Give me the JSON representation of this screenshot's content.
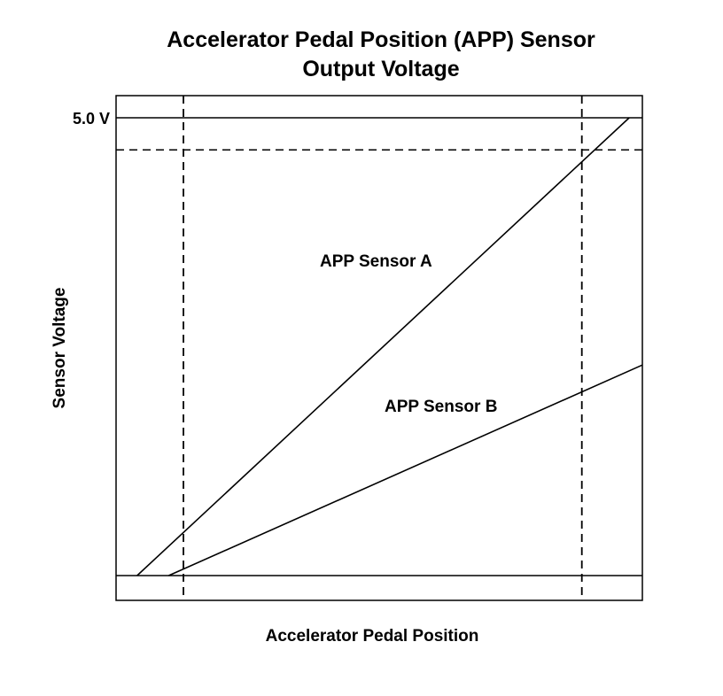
{
  "chart_data": {
    "type": "line",
    "title": "Accelerator Pedal Position (APP) Sensor",
    "subtitle": "Output Voltage",
    "xlabel": "Accelerator Pedal Position",
    "ylabel": "Sensor Voltage",
    "y_tick_label": "5.0 V",
    "ylim": [
      0,
      5.0
    ],
    "grid": false,
    "legend": "none",
    "series": [
      {
        "name": "APP Sensor A",
        "x": [
          0.04,
          0.975
        ],
        "y": [
          0.0,
          5.0
        ]
      },
      {
        "name": "APP Sensor B",
        "x": [
          0.1,
          1.0
        ],
        "y": [
          0.0,
          2.3
        ]
      }
    ],
    "reference_lines": {
      "vertical_dashed_x": [
        0.128,
        0.885
      ],
      "horizontal_dashed_y": [
        4.65
      ]
    },
    "colors": {
      "line": "#000000",
      "background": "#ffffff"
    }
  }
}
